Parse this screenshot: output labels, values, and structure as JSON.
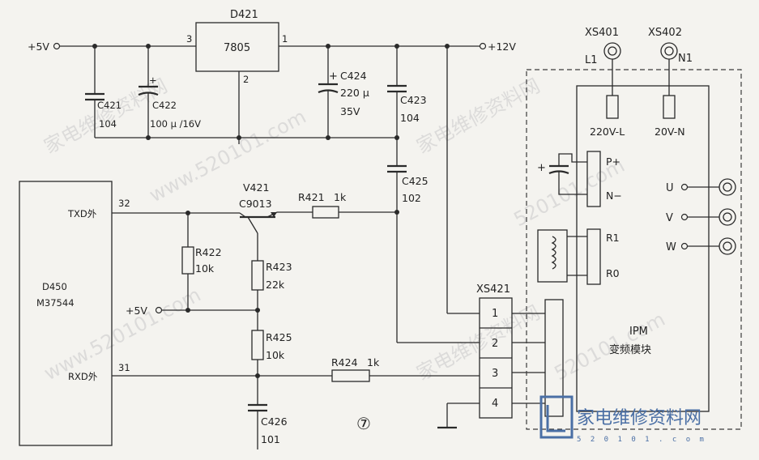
{
  "labels": {
    "d421": "D421",
    "reg": "7805",
    "pin_in": "3",
    "pin_out": "1",
    "pin_gnd": "2",
    "v5_top": "+5V",
    "v12": "+12V",
    "c421": "C421",
    "c421v": "104",
    "c422": "C422",
    "c422v": "100 µ /16V",
    "c424": "C424",
    "c424v1": "220 µ",
    "c424v2": "35V",
    "c423": "C423",
    "c423v": "104",
    "c425": "C425",
    "c425v": "102",
    "v421": "V421",
    "v421t": "C9013",
    "r421": "R421",
    "r421v": "1k",
    "r422": "R422",
    "r422v": "10k",
    "r423": "R423",
    "r423v": "22k",
    "r425": "R425",
    "r425v": "10k",
    "r424": "R424",
    "r424v": "1k",
    "c426": "C426",
    "c426v": "101",
    "v5_mid": "+5V",
    "d450": "D450",
    "m37544": "M37544",
    "pin32": "32",
    "pin31": "31",
    "txd": "TXD外",
    "rxd": "RXD外",
    "xs421": "XS421",
    "xs_p1": "1",
    "xs_p2": "2",
    "xs_p3": "3",
    "xs_p4": "4",
    "xs401": "XS401",
    "xs402": "XS402",
    "l1": "L1",
    "n1": "N1",
    "v220l": "220V-L",
    "v20n": "20V-N",
    "pplus": "P+",
    "nminus": "N−",
    "r1": "R1",
    "r0": "R0",
    "u": "U",
    "v": "V",
    "w": "W",
    "ipm": "IPM",
    "ipm_cn": "变频模块",
    "fig": "⑦"
  },
  "watermarks": [
    "家电维修资料网",
    "www.520101.com",
    "家电维修资料网",
    "520101.com",
    "www.520101.com",
    "家电维修资料网",
    "520101.com"
  ],
  "logo": {
    "text": "家电维修资料网",
    "url_text": "5 2 0 1 0 1 . c o m",
    "color": "#4a6fa5"
  }
}
